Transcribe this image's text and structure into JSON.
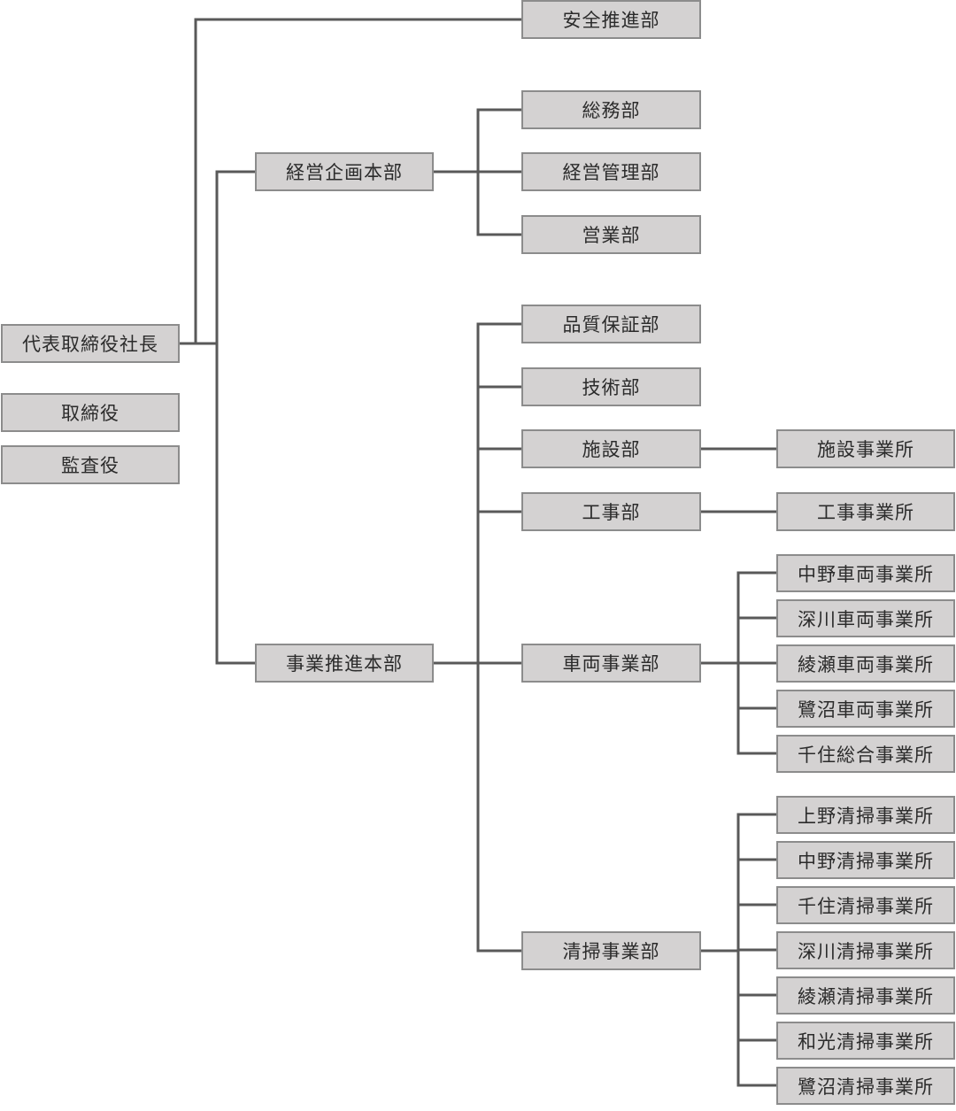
{
  "org_chart": {
    "president": "代表取締役社長",
    "directors": "取締役",
    "auditor": "監査役",
    "safety_dept": "安全推進部",
    "corporate_planning_hq": {
      "label": "経営企画本部",
      "departments": [
        "総務部",
        "経営管理部",
        "営業部"
      ]
    },
    "business_promotion_hq": {
      "label": "事業推進本部",
      "quality_dept": "品質保証部",
      "technical_dept": "技術部",
      "facilities_dept": {
        "label": "施設部",
        "office": "施設事業所"
      },
      "construction_dept": {
        "label": "工事部",
        "office": "工事事業所"
      },
      "vehicle_dept": {
        "label": "車両事業部",
        "offices": [
          "中野車両事業所",
          "深川車両事業所",
          "綾瀬車両事業所",
          "鷺沼車両事業所",
          "千住総合事業所"
        ]
      },
      "cleaning_dept": {
        "label": "清掃事業部",
        "offices": [
          "上野清掃事業所",
          "中野清掃事業所",
          "千住清掃事業所",
          "深川清掃事業所",
          "綾瀬清掃事業所",
          "和光清掃事業所",
          "鷺沼清掃事業所"
        ]
      }
    }
  }
}
